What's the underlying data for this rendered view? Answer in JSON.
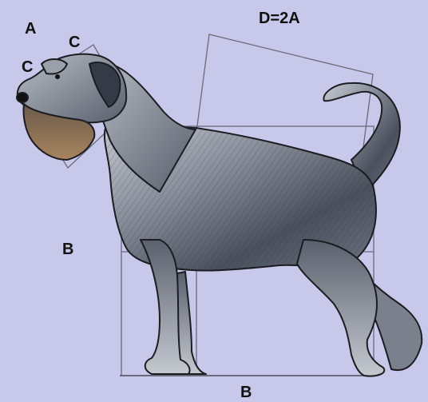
{
  "diagram": {
    "labels": {
      "a": "A",
      "c_top": "C",
      "c_left": "C",
      "d": "D=2A",
      "b_side": "B",
      "b_bottom": "B"
    },
    "colors": {
      "background": "#c8c8ea",
      "label": "#111111",
      "guide_line": "#6a6a7a",
      "coat_dark": "#343a46",
      "coat_mid": "#6d7482",
      "coat_light": "#c4c9d0",
      "beard": "#8a6a4a",
      "outline": "#1c1c22"
    },
    "icons": {
      "subject": "dog-schnauzer-figure"
    }
  }
}
